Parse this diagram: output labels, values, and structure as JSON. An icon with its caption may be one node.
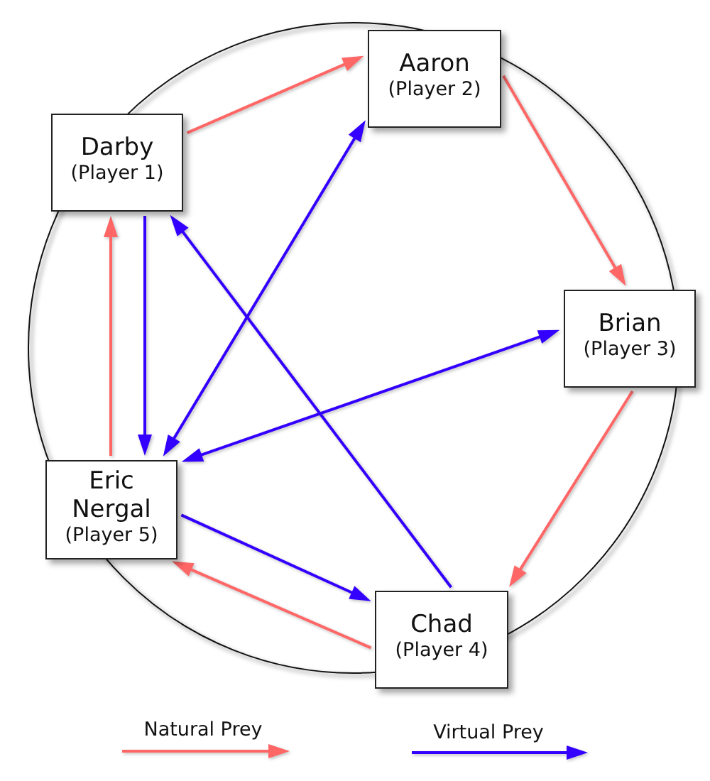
{
  "diagram": {
    "nodes": [
      {
        "text": [
          "Darby",
          "(Player 1)"
        ]
      },
      {
        "text": [
          "Aaron",
          "(Player 2)"
        ]
      },
      {
        "text": [
          "Brian",
          "(Player 3)"
        ]
      },
      {
        "text": [
          "Chad",
          "(Player 4)"
        ]
      },
      {
        "text": [
          "Eric Nergal",
          "(Player 5)"
        ]
      }
    ],
    "edges": [
      {
        "from": 0,
        "to": 1,
        "arrow": "to",
        "color": "#ff6666"
      },
      {
        "from": 1,
        "to": 2,
        "arrow": "to",
        "color": "#ff6666"
      },
      {
        "from": 2,
        "to": 3,
        "arrow": "to",
        "color": "#ff6666"
      },
      {
        "from": 3,
        "to": 4,
        "arrow": "to",
        "color": "#ff6666"
      },
      {
        "from": 4,
        "to": 0,
        "arrow": "to",
        "color": "#ff6666"
      },
      {
        "from": 0,
        "to": 4,
        "arrow": "to",
        "color": "#3300ff"
      },
      {
        "from": 4,
        "to": 1,
        "arrow": "both",
        "color": "#3300ff"
      },
      {
        "from": 4,
        "to": 2,
        "arrow": "both",
        "color": "#3300ff"
      },
      {
        "from": 3,
        "to": 0,
        "arrow": "to",
        "color": "#3300ff"
      },
      {
        "from": 4,
        "to": 3,
        "arrow": "to",
        "color": "#3300ff"
      }
    ],
    "legend": [
      {
        "text": "Natural Prey"
      },
      {
        "text": "Virtual Prey"
      }
    ]
  }
}
